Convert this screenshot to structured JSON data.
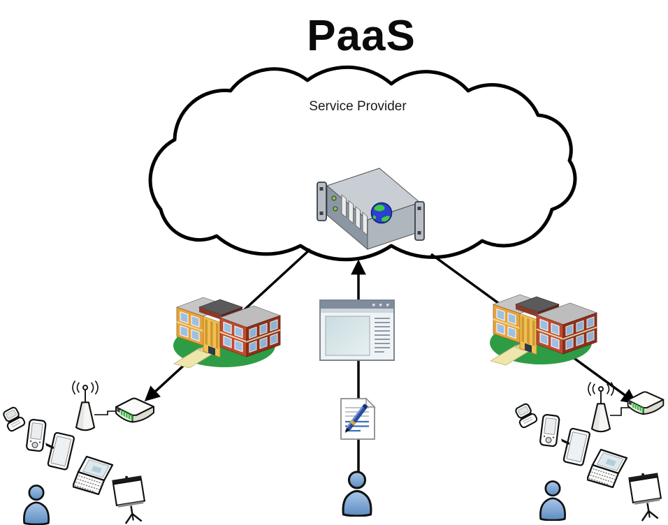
{
  "title": "PaaS",
  "cloud": {
    "label": "Service Provider",
    "contains": "internet-server-with-globe"
  },
  "nodes": {
    "service_provider_cloud": {
      "type": "cloud",
      "label": "Service Provider"
    },
    "left_site": {
      "type": "site",
      "icons": [
        "school-building",
        "wireless-antenna",
        "router",
        "flip-phone",
        "pda",
        "tablet-with-stylus",
        "laptop",
        "projector-screen",
        "person"
      ]
    },
    "right_site": {
      "type": "site",
      "icons": [
        "school-building",
        "wireless-antenna",
        "router",
        "flip-phone",
        "pda",
        "tablet-with-stylus",
        "laptop",
        "projector-screen",
        "person"
      ]
    },
    "center_flow": {
      "type": "user-flow",
      "icons": [
        "browser-window",
        "document-with-pen",
        "person"
      ]
    }
  },
  "connections": [
    {
      "from": "cloud",
      "to": "left-router",
      "arrowhead": "at-router"
    },
    {
      "from": "center-person",
      "to": "cloud",
      "arrowhead": "at-cloud"
    },
    {
      "from": "cloud",
      "to": "right-router",
      "arrowhead": "at-router"
    },
    {
      "from": "left-antenna",
      "to": "left-router",
      "arrowhead": "none"
    },
    {
      "from": "right-antenna",
      "to": "right-router",
      "arrowhead": "none"
    }
  ],
  "colors": {
    "outline": "#000000",
    "cloud_fill": "#FFFFFF",
    "person_blue_light": "#A9C7E9",
    "person_blue_dark": "#5C8CC0",
    "globe_blue": "#2C3FD4",
    "globe_green": "#3FCC3F",
    "led_green": "#2DB83D",
    "lawn_green": "#2E9C44",
    "building_wall_orange": "#E8A33D",
    "building_brick_red": "#C04A30",
    "building_brick_dark": "#8E2F1C",
    "window_blue": "#9CC0E4",
    "roof_gray": "#BDBDBD",
    "walkway_tan": "#EFE6AC",
    "browser_titlebar": "#7E8C9C",
    "browser_pane": "#C9DCE0",
    "pen_blue": "#2B4EA2",
    "pen_band_gold": "#D8A838",
    "server_gray": "#8B97A2"
  }
}
